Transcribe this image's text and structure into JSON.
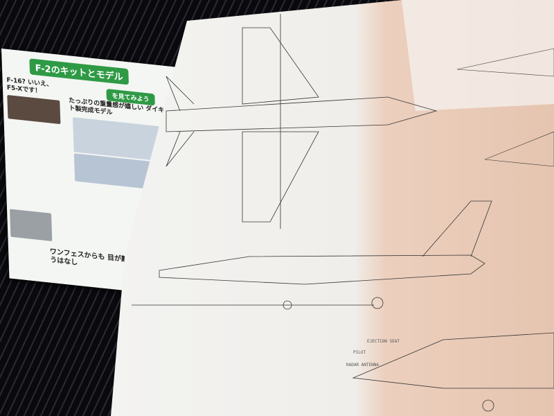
{
  "booklet": {
    "title": "F-2のキットとモデル",
    "side_title": "F-16? いいえ、F5-Xです！",
    "subheading": "を見てみよう",
    "headline": "たっぷりの重量感が嬉しい ダイキャスト製完成モデル",
    "footer_headline": "ワンフェスからも 目が離せないというはなし",
    "accent_color": "#2f9a45"
  },
  "drawing": {
    "labels": [
      "EJECTION SEAT",
      "PILOT",
      "RADAR ANTENNA"
    ],
    "paper_color": "#f2f0ec",
    "tint_color": "#e8c9b4"
  }
}
